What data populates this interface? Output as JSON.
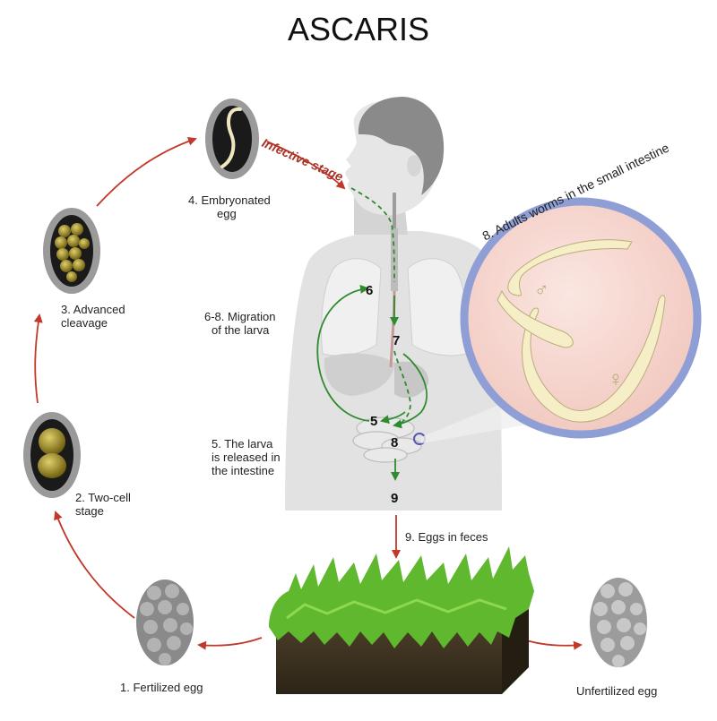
{
  "title": "ASCARIS",
  "stages": {
    "s1": "1. Fertilized egg",
    "s2_line1": "2. Two-cell",
    "s2_line2": "stage",
    "s3_line1": "3. Advanced",
    "s3_line2": "cleavage",
    "s4_line1": "4. Embryonated",
    "s4_line2": "egg",
    "s5_line1": "5. The larva",
    "s5_line2": "is released in",
    "s5_line3": "the intestine",
    "s68_line1": "6-8. Migration",
    "s68_line2": "of the larva",
    "s8": "8. Adults worms in the small intestine",
    "s9": "9. Eggs in feces",
    "unfertilized": "Unfertilized egg",
    "infective": "Infective stage"
  },
  "numbers": {
    "n5": "5",
    "n6": "6",
    "n7": "7",
    "n8": "8",
    "n9": "9"
  },
  "symbols": {
    "male": "♂",
    "female": "♀"
  },
  "colors": {
    "arrow_red": "#c0392b",
    "arrow_green": "#2e8b2e",
    "infective_text": "#a93226",
    "egg_dark": "#1a1a1a",
    "egg_shell": "#9a9a9a",
    "yolk": "#9c8a2a",
    "circle_fill": "#f7d8d2",
    "circle_ring": "#8f9fd6",
    "grass": "#5fb82e",
    "soil": "#3b3020",
    "body": "#dcdcdc",
    "hair": "#8a8a8a"
  }
}
